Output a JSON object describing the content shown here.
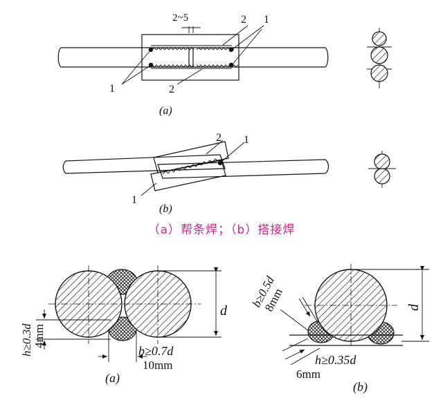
{
  "caption": "（a）帮条焊；（b）搭接焊",
  "top_a": {
    "gap_label": "2~5",
    "label_2_upper": "2",
    "label_1_upper": "1",
    "label_1_lower": "1",
    "label_2_lower": "2",
    "panel_label": "(a)"
  },
  "top_b": {
    "label_2": "2",
    "label_1_upper": "1",
    "label_1_lower": "1",
    "panel_label": "(b)"
  },
  "bottom_a": {
    "h_label": "h≥0.3d",
    "h_value": "4mm",
    "d_label": "d",
    "b_label": "b≥0.7d",
    "b_value": "10mm",
    "panel_label": "(a)"
  },
  "bottom_b": {
    "b_label": "b≥0.5d",
    "b_value": "8mm",
    "d_label": "d",
    "h_label": "h≥0.35d",
    "h_value": "6mm",
    "panel_label": "(b)"
  }
}
